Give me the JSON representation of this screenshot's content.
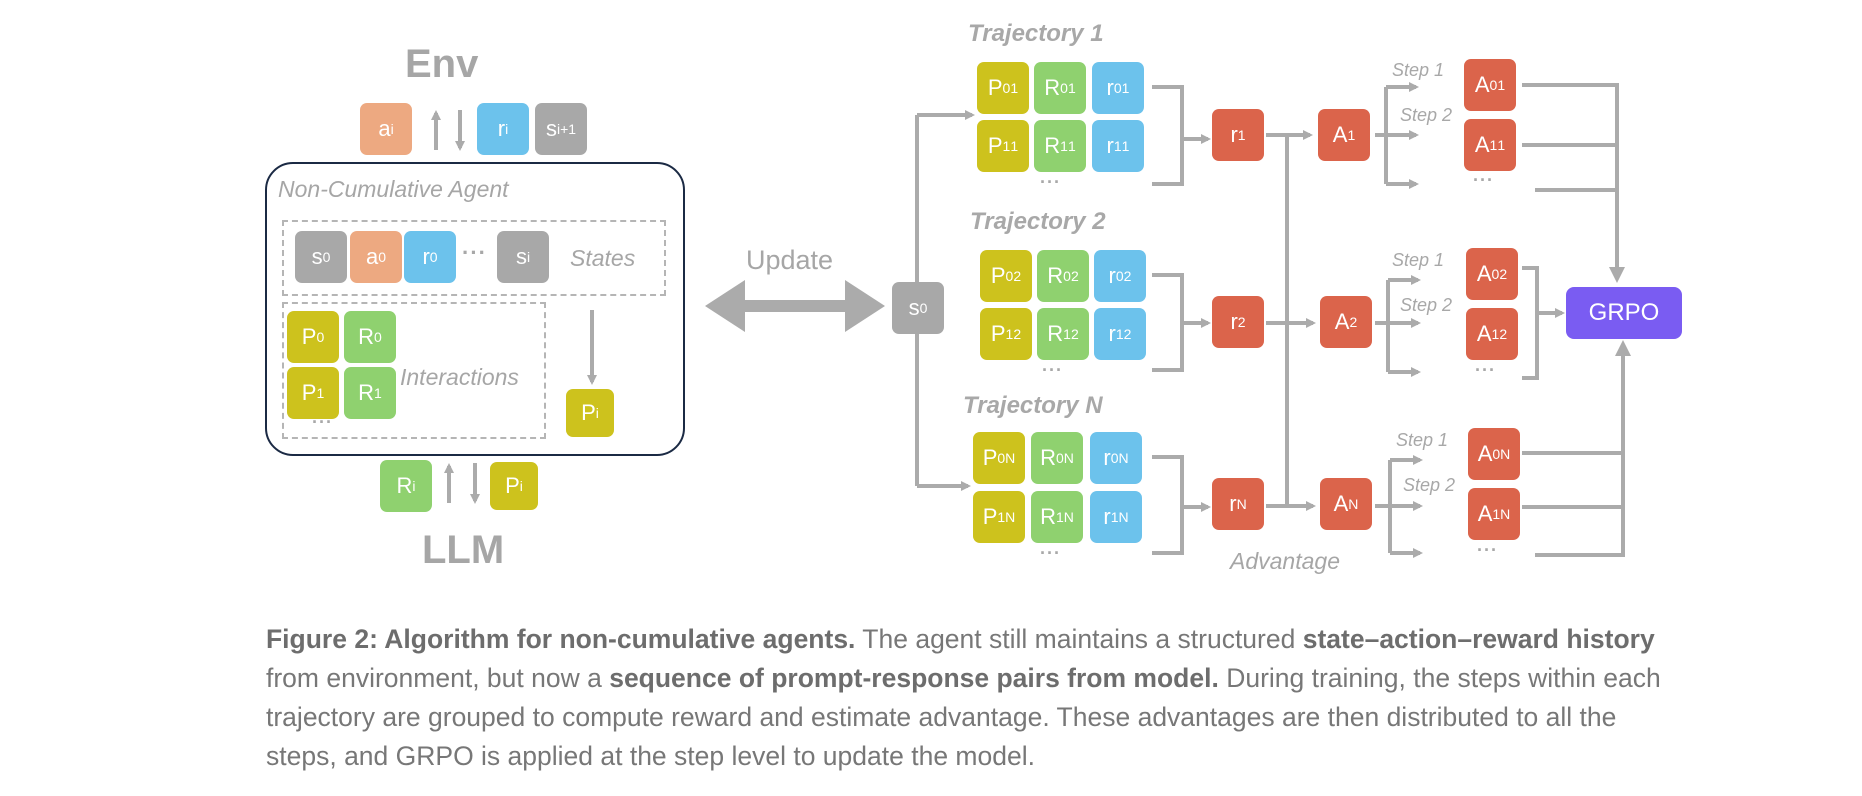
{
  "env": {
    "title": "Env",
    "action": {
      "base": "a",
      "sub": "i"
    },
    "reward": {
      "base": "r",
      "sub": "i"
    },
    "next_state": {
      "base": "s",
      "sub": "i+1"
    }
  },
  "agent": {
    "title": "Non-Cumulative Agent",
    "states_label": "States",
    "interactions_label": "Interactions",
    "states": [
      {
        "base": "s",
        "sub": "0",
        "color": "#a8a8a8"
      },
      {
        "base": "a",
        "sub": "0",
        "color": "#eda981"
      },
      {
        "base": "r",
        "sub": "0",
        "color": "#6cc2ec"
      },
      {
        "base": "s",
        "sub": "i",
        "color": "#a8a8a8"
      }
    ],
    "ellipsis": "···",
    "interactions": [
      {
        "base": "P",
        "sub": "0"
      },
      {
        "base": "R",
        "sub": "0"
      },
      {
        "base": "P",
        "sub": "1"
      },
      {
        "base": "R",
        "sub": "1"
      }
    ],
    "output_prompt": {
      "base": "P",
      "sub": "i"
    }
  },
  "llm": {
    "title": "LLM",
    "response": {
      "base": "R",
      "sub": "i"
    },
    "prompt": {
      "base": "P",
      "sub": "i"
    }
  },
  "update_label": "Update",
  "start_state": {
    "base": "s",
    "sub": "0"
  },
  "trajectories": [
    {
      "label": "Trajectory 1",
      "sup": "1"
    },
    {
      "label": "Trajectory 2",
      "sup": "2"
    },
    {
      "label": "Trajectory N",
      "sup": "N"
    }
  ],
  "steps": {
    "step1": "Step 1",
    "step2": "Step 2"
  },
  "advantage_label": "Advantage",
  "grpo_label": "GRPO",
  "dots": "···",
  "caption": {
    "fig": "Figure 2: Algorithm for non-cumulative agents.",
    "t1": " The agent still maintains a structured ",
    "b1": "state–action–reward history",
    "t2": " from environment, but now a ",
    "b2": "sequence of prompt-response pairs from model.",
    "t3": "  During training, the steps within each trajectory are grouped to compute reward and estimate advantage. These advantages are then distributed to all the steps, and GRPO is applied at the step level to update the model."
  },
  "colors": {
    "prompt": "#cdc21d",
    "response": "#8fd16f",
    "reward": "#6cc2ec",
    "state": "#a8a8a8",
    "action": "#eda981",
    "advantage": "#db644b",
    "grpo": "#7a5cf2",
    "arrow": "#ababab"
  }
}
